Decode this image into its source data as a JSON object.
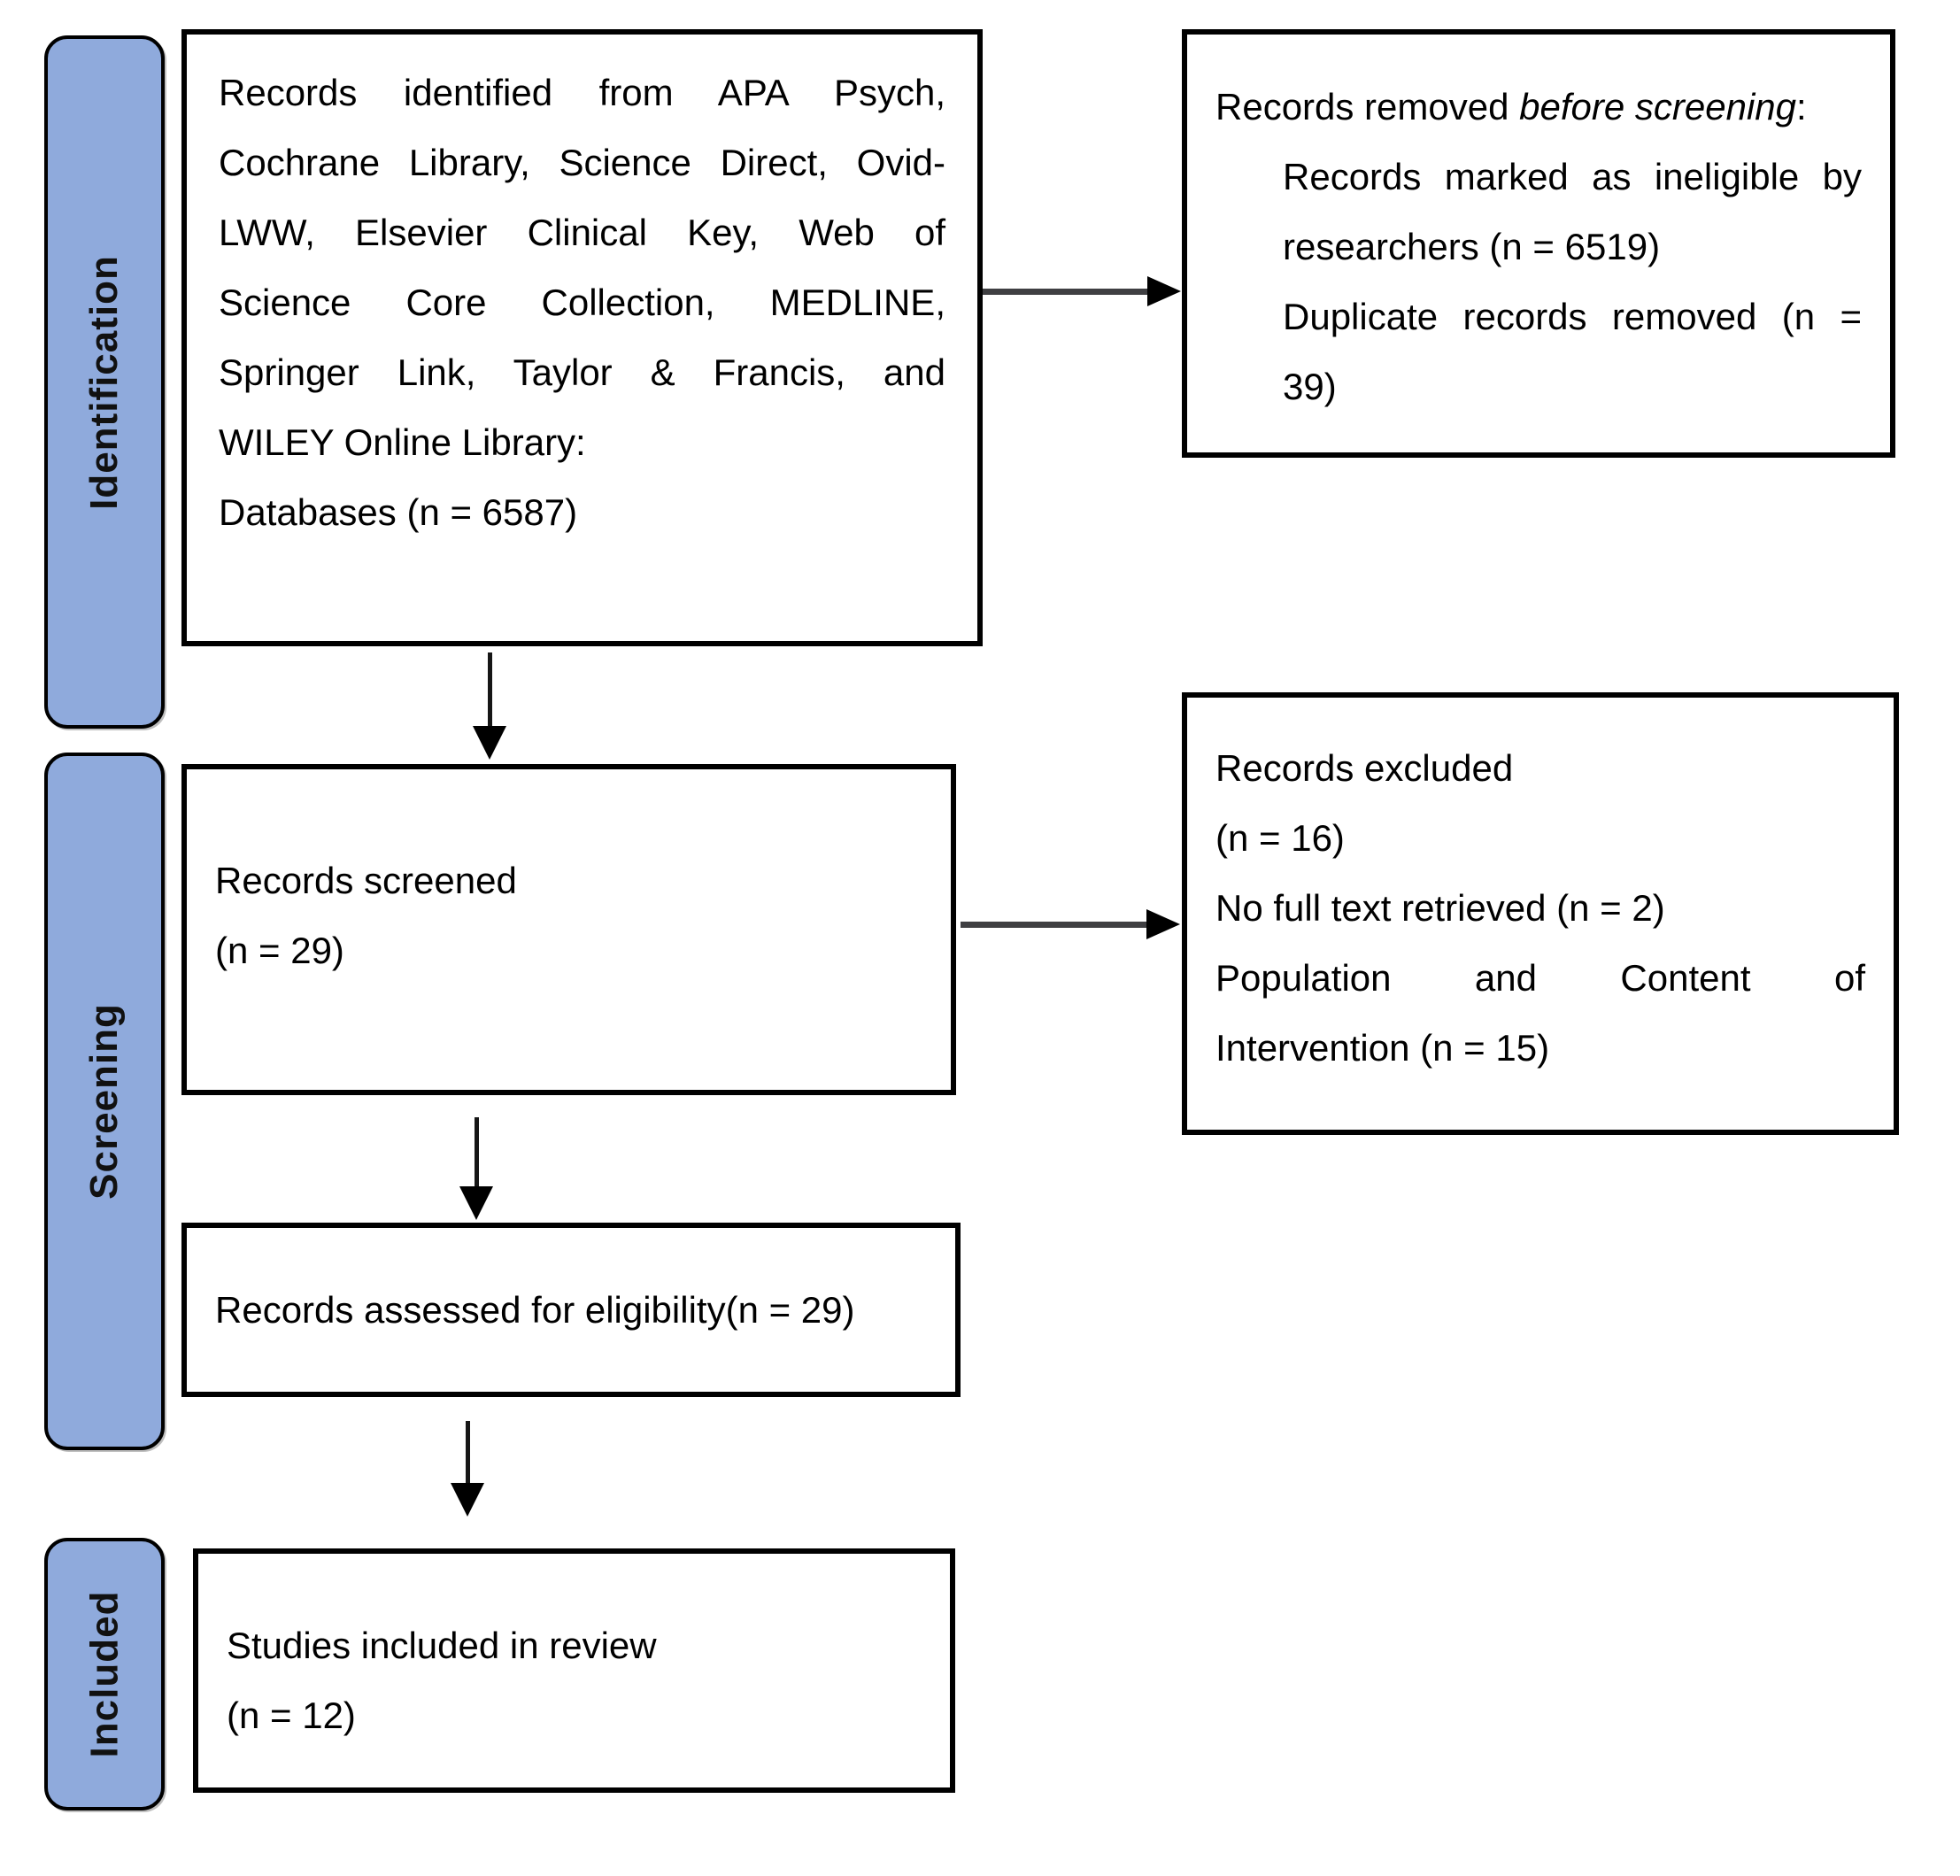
{
  "diagram": {
    "stages": [
      {
        "label": "Identification"
      },
      {
        "label": "Screening"
      },
      {
        "label": "Included"
      }
    ],
    "boxes": {
      "identified": {
        "lines": [
          {
            "t": "Records identified from APA Psych,",
            "j": true
          },
          {
            "t": "Cochrane Library, Science Direct, Ovid-",
            "j": true
          },
          {
            "t": "LWW, Elsevier Clinical Key, Web of",
            "j": true
          },
          {
            "t": "Science Core Collection, MEDLINE,",
            "j": true
          },
          {
            "t": "Springer Link, Taylor & Francis, and",
            "j": true
          },
          {
            "t": "WILEY Online Library:",
            "j": false
          },
          {
            "t": "Databases (n = 6587)",
            "j": false
          }
        ]
      },
      "removed": {
        "intro_normal": "Records removed ",
        "intro_italic": "before screening",
        "intro_suffix": ":",
        "lines": [
          {
            "t": "Records marked as ineligible by",
            "j": true
          },
          {
            "t": "researchers (n = 6519)",
            "j": false
          },
          {
            "t": "Duplicate records removed (n =",
            "j": true
          },
          {
            "t": "39)",
            "j": false
          }
        ]
      },
      "screened": {
        "lines": [
          {
            "t": "Records screened",
            "j": false
          },
          {
            "t": "(n = 29)",
            "j": false
          }
        ]
      },
      "excluded": {
        "lines": [
          {
            "t": "Records excluded",
            "j": false
          },
          {
            "t": "(n = 16)",
            "j": false
          },
          {
            "t": "No full text retrieved (n = 2)",
            "j": false
          },
          {
            "t": "Population and Content of",
            "j": true
          },
          {
            "t": "Intervention (n = 15)",
            "j": false
          }
        ]
      },
      "assessed": {
        "lines": [
          {
            "t": "Records assessed for eligibility(n = 29)",
            "j": false
          }
        ]
      },
      "included": {
        "lines": [
          {
            "t": "Studies included in review",
            "j": false
          },
          {
            "t": "(n = 12)",
            "j": false
          }
        ]
      }
    },
    "colors": {
      "stage_fill": "#8FAADC",
      "box_border": "#000000",
      "arrow_line": "#3F3F42",
      "arrow_head": "#000000"
    }
  }
}
